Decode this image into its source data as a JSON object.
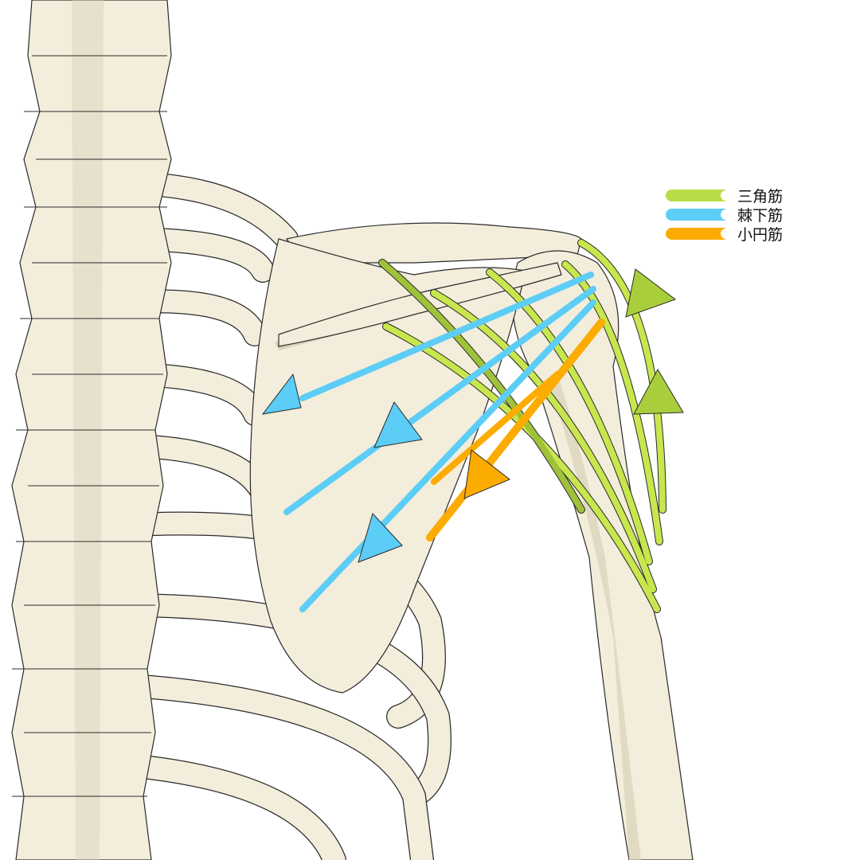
{
  "legend": {
    "items": [
      {
        "label": "三角筋",
        "color": "#b8dc45"
      },
      {
        "label": "棘下筋",
        "color": "#5ccdf6"
      },
      {
        "label": "小円筋",
        "color": "#fcab00"
      }
    ]
  }
}
